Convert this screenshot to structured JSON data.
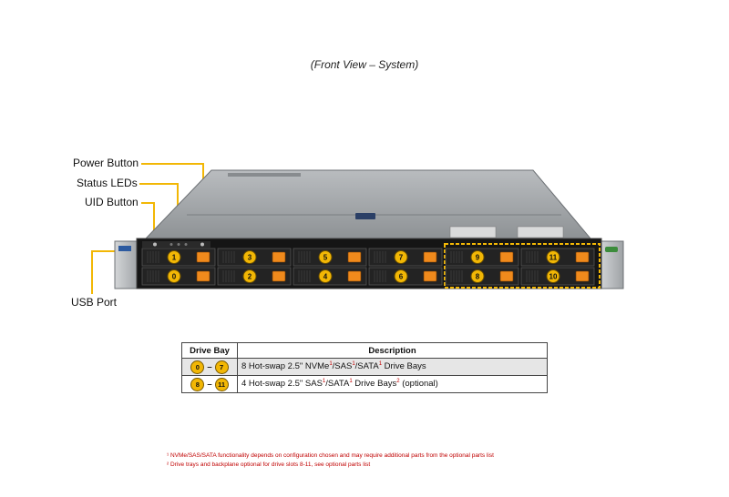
{
  "caption": "(Front View – System)",
  "callouts": {
    "power": "Power Button",
    "status": "Status LEDs",
    "uid": "UID Button",
    "usb": "USB Port"
  },
  "bays": [
    {
      "label": "0"
    },
    {
      "label": "1"
    },
    {
      "label": "2"
    },
    {
      "label": "3"
    },
    {
      "label": "4"
    },
    {
      "label": "5"
    },
    {
      "label": "6"
    },
    {
      "label": "7"
    },
    {
      "label": "8"
    },
    {
      "label": "9"
    },
    {
      "label": "10"
    },
    {
      "label": "11"
    }
  ],
  "table": {
    "header_bay": "Drive Bay",
    "header_desc": "Description",
    "rows": [
      {
        "from": "0",
        "to": "7",
        "desc_a": "8 Hot-swap 2.5\" NVMe",
        "sup1": "1",
        "desc_b": "/SAS",
        "sup2": "1",
        "desc_c": "/SATA",
        "sup3": "1",
        "desc_d": " Drive Bays"
      },
      {
        "from": "8",
        "to": "11",
        "desc_a": "4 Hot-swap 2.5\" SAS",
        "sup1": "1",
        "desc_b": "/SATA",
        "sup2": "1",
        "desc_c": " Drive Bays",
        "sup3": "2",
        "desc_d": " (optional)"
      }
    ],
    "dash": "–"
  },
  "footnotes": [
    "¹ NVMe/SAS/SATA functionality depends on configuration chosen and may require additional parts from the optional parts list",
    "² Drive trays and backplane optional for drive slots 8-11, see optional parts list"
  ],
  "colors": {
    "accent": "#f2b705",
    "tray_latch": "#f08a1c",
    "chassis": "#9a9ea2",
    "footnote": "#c00000"
  }
}
